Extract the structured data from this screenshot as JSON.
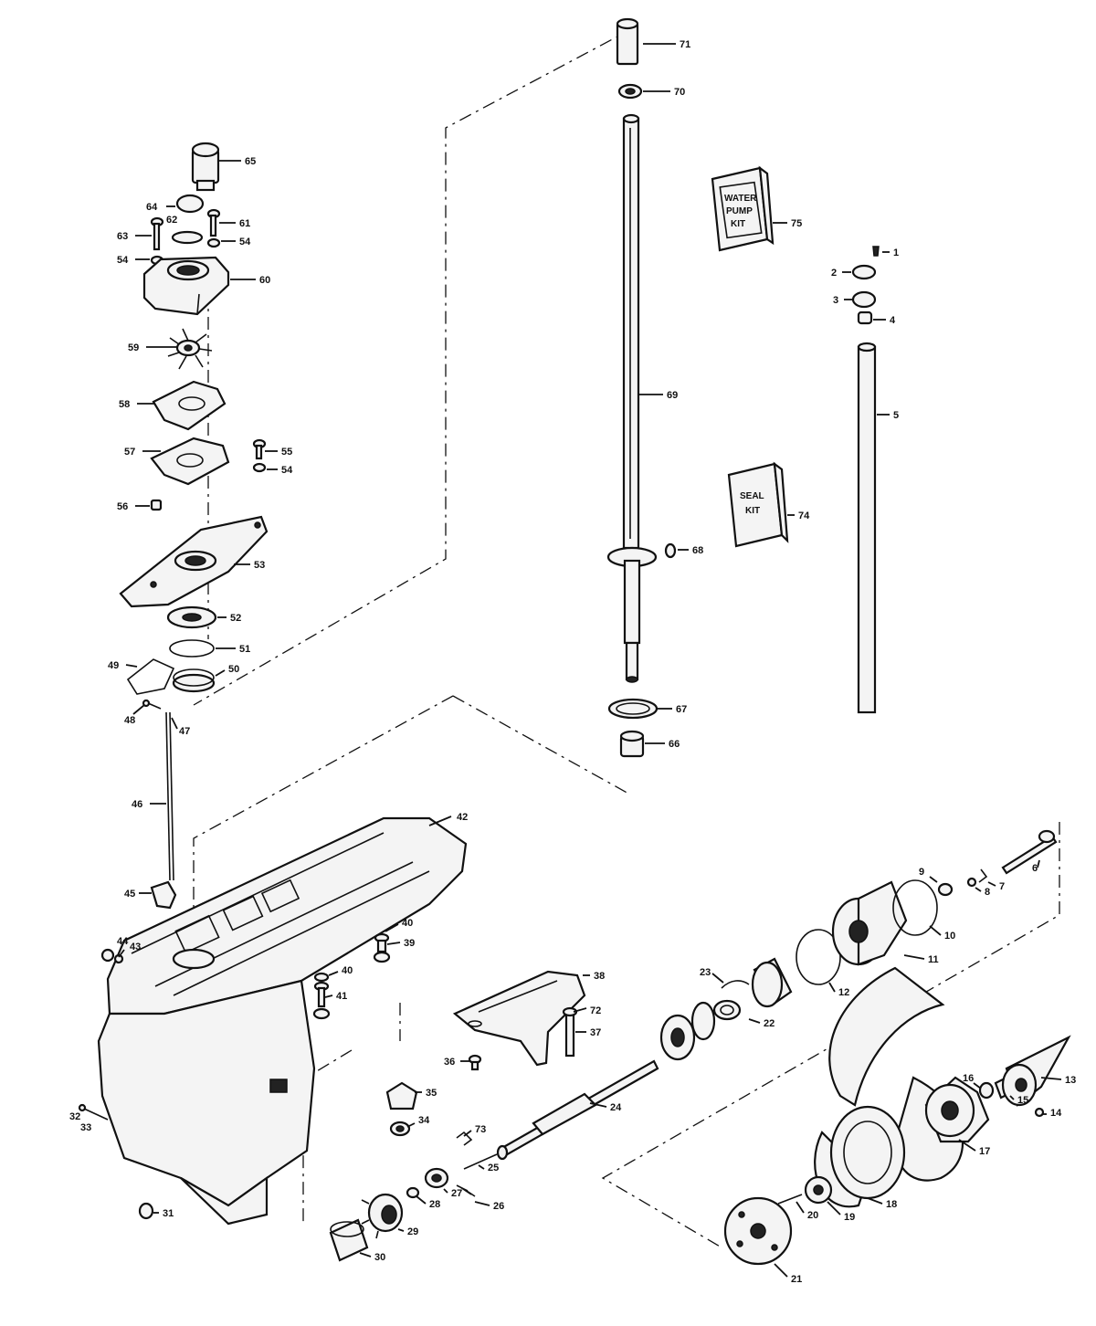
{
  "callouts": [
    {
      "id": "71",
      "text": "71"
    },
    {
      "id": "70",
      "text": "70"
    },
    {
      "id": "65",
      "text": "65"
    },
    {
      "id": "64",
      "text": "64"
    },
    {
      "id": "62",
      "text": "62"
    },
    {
      "id": "61",
      "text": "61"
    },
    {
      "id": "63",
      "text": "63"
    },
    {
      "id": "54a",
      "text": "54"
    },
    {
      "id": "54b",
      "text": "54"
    },
    {
      "id": "60",
      "text": "60"
    },
    {
      "id": "59",
      "text": "59"
    },
    {
      "id": "58",
      "text": "58"
    },
    {
      "id": "57",
      "text": "57"
    },
    {
      "id": "55",
      "text": "55"
    },
    {
      "id": "54c",
      "text": "54"
    },
    {
      "id": "56",
      "text": "56"
    },
    {
      "id": "53",
      "text": "53"
    },
    {
      "id": "52",
      "text": "52"
    },
    {
      "id": "51",
      "text": "51"
    },
    {
      "id": "49",
      "text": "49"
    },
    {
      "id": "50",
      "text": "50"
    },
    {
      "id": "48",
      "text": "48"
    },
    {
      "id": "47",
      "text": "47"
    },
    {
      "id": "46",
      "text": "46"
    },
    {
      "id": "45",
      "text": "45"
    },
    {
      "id": "44",
      "text": "44"
    },
    {
      "id": "43",
      "text": "43"
    },
    {
      "id": "42",
      "text": "42"
    },
    {
      "id": "40a",
      "text": "40"
    },
    {
      "id": "39",
      "text": "39"
    },
    {
      "id": "40b",
      "text": "40"
    },
    {
      "id": "41",
      "text": "41"
    },
    {
      "id": "38",
      "text": "38"
    },
    {
      "id": "72",
      "text": "72"
    },
    {
      "id": "37",
      "text": "37"
    },
    {
      "id": "36",
      "text": "36"
    },
    {
      "id": "35",
      "text": "35"
    },
    {
      "id": "34",
      "text": "34"
    },
    {
      "id": "32",
      "text": "32"
    },
    {
      "id": "33",
      "text": "33"
    },
    {
      "id": "31",
      "text": "31"
    },
    {
      "id": "73",
      "text": "73"
    },
    {
      "id": "24",
      "text": "24"
    },
    {
      "id": "25",
      "text": "25"
    },
    {
      "id": "27",
      "text": "27"
    },
    {
      "id": "26",
      "text": "26"
    },
    {
      "id": "28",
      "text": "28"
    },
    {
      "id": "29",
      "text": "29"
    },
    {
      "id": "30",
      "text": "30"
    },
    {
      "id": "23",
      "text": "23"
    },
    {
      "id": "22",
      "text": "22"
    },
    {
      "id": "12",
      "text": "12"
    },
    {
      "id": "11",
      "text": "11"
    },
    {
      "id": "10",
      "text": "10"
    },
    {
      "id": "9",
      "text": "9"
    },
    {
      "id": "8",
      "text": "8"
    },
    {
      "id": "7",
      "text": "7"
    },
    {
      "id": "6",
      "text": "6"
    },
    {
      "id": "13",
      "text": "13"
    },
    {
      "id": "16",
      "text": "16"
    },
    {
      "id": "15",
      "text": "15"
    },
    {
      "id": "14",
      "text": "14"
    },
    {
      "id": "17",
      "text": "17"
    },
    {
      "id": "18",
      "text": "18"
    },
    {
      "id": "19",
      "text": "19"
    },
    {
      "id": "20",
      "text": "20"
    },
    {
      "id": "21",
      "text": "21"
    },
    {
      "id": "75",
      "text": "75"
    },
    {
      "id": "1",
      "text": "1"
    },
    {
      "id": "2",
      "text": "2"
    },
    {
      "id": "3",
      "text": "3"
    },
    {
      "id": "4",
      "text": "4"
    },
    {
      "id": "5",
      "text": "5"
    },
    {
      "id": "69",
      "text": "69"
    },
    {
      "id": "74",
      "text": "74"
    },
    {
      "id": "68",
      "text": "68"
    },
    {
      "id": "67",
      "text": "67"
    },
    {
      "id": "66",
      "text": "66"
    }
  ],
  "kits": {
    "water_pump": [
      "WATER",
      "PUMP",
      "KIT"
    ],
    "seal": [
      "SEAL",
      "KIT"
    ]
  }
}
